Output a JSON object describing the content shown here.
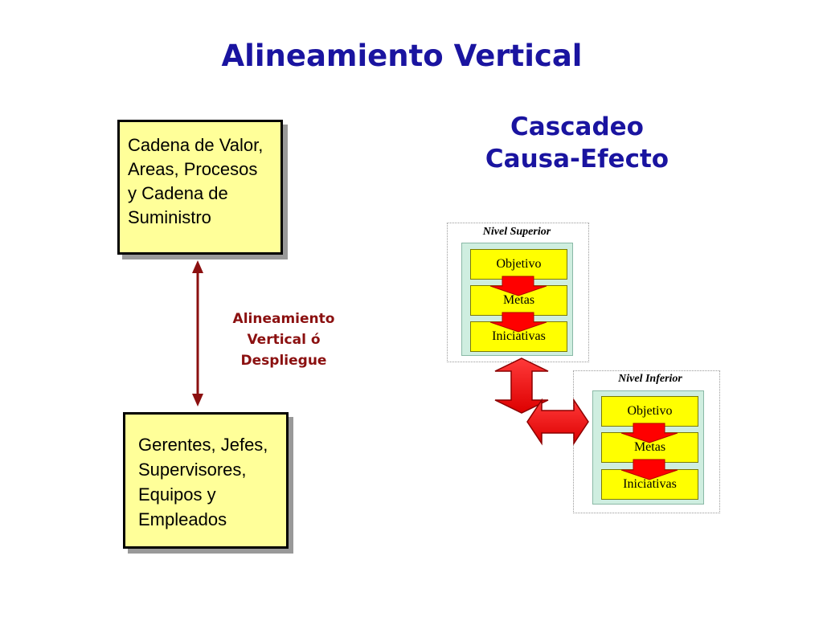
{
  "title": "Alineamiento Vertical",
  "subtitle": {
    "line1": "Cascadeo",
    "line2": "Causa-Efecto"
  },
  "top_box": {
    "lines": [
      "Cadena de Valor,",
      "Areas, Procesos",
      "y Cadena de",
      "Suministro"
    ]
  },
  "bottom_box": {
    "lines": [
      "Gerentes, Jefes,",
      "Supervisores,",
      "Equipos y",
      "Empleados"
    ]
  },
  "arrow_label": {
    "lines": [
      "Alineamiento",
      "Vertical ó",
      "Despliegue"
    ]
  },
  "levels": {
    "superior": {
      "title": "Nivel Superior",
      "nodes": [
        "Objetivo",
        "Metas",
        "Iniciativas"
      ]
    },
    "inferior": {
      "title": "Nivel Inferior",
      "nodes": [
        "Objetivo",
        "Metas",
        "Iniciativas"
      ]
    }
  },
  "colors": {
    "title": "#1a14a0",
    "box_fill": "#ffff99",
    "arrow_dark_red": "#8b1010",
    "node_yellow": "#ffff00",
    "level_inner": "#cfeee0",
    "connector_red": "#ff0000"
  }
}
